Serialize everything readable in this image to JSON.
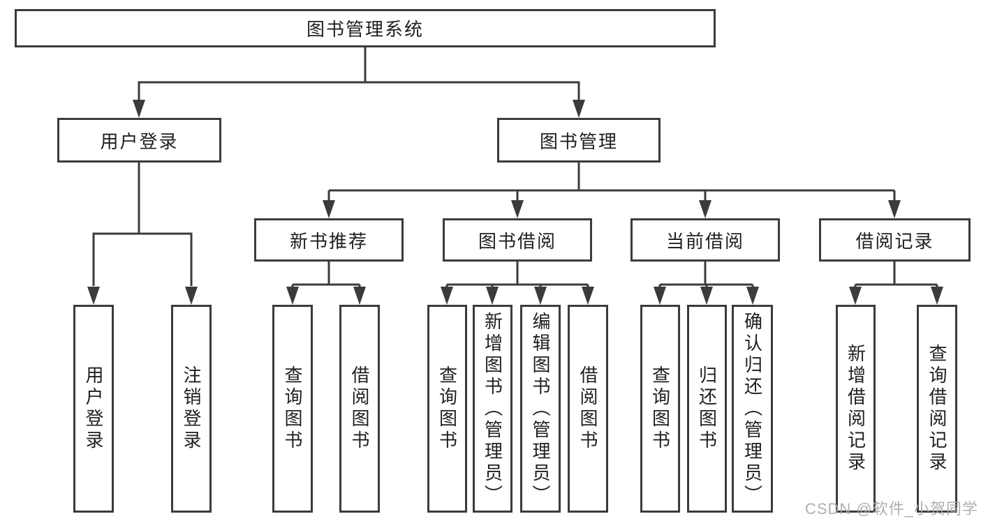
{
  "diagram": {
    "root": "图书管理系统",
    "branches": [
      {
        "label": "用户登录",
        "children": [
          "用户登录",
          "注销登录"
        ]
      },
      {
        "label": "图书管理",
        "sections": [
          {
            "label": "新书推荐",
            "children": [
              "查询图书",
              "借阅图书"
            ]
          },
          {
            "label": "图书借阅",
            "children": [
              "查询图书",
              "新增图书（管理员）",
              "编辑图书（管理员）",
              "借阅图书"
            ]
          },
          {
            "label": "当前借阅",
            "children": [
              "查询图书",
              "归还图书",
              "确认归还（管理员）"
            ]
          },
          {
            "label": "借阅记录",
            "children": [
              "新增借阅记录",
              "查询借阅记录"
            ]
          }
        ]
      }
    ]
  },
  "watermark": "CSDN @软件_小贺同学",
  "colors": {
    "line": "#3b3b3b",
    "box_border": "#3b3b3b",
    "text": "#1f1f1f",
    "background": "#ffffff",
    "watermark": "#a8a8a8"
  }
}
